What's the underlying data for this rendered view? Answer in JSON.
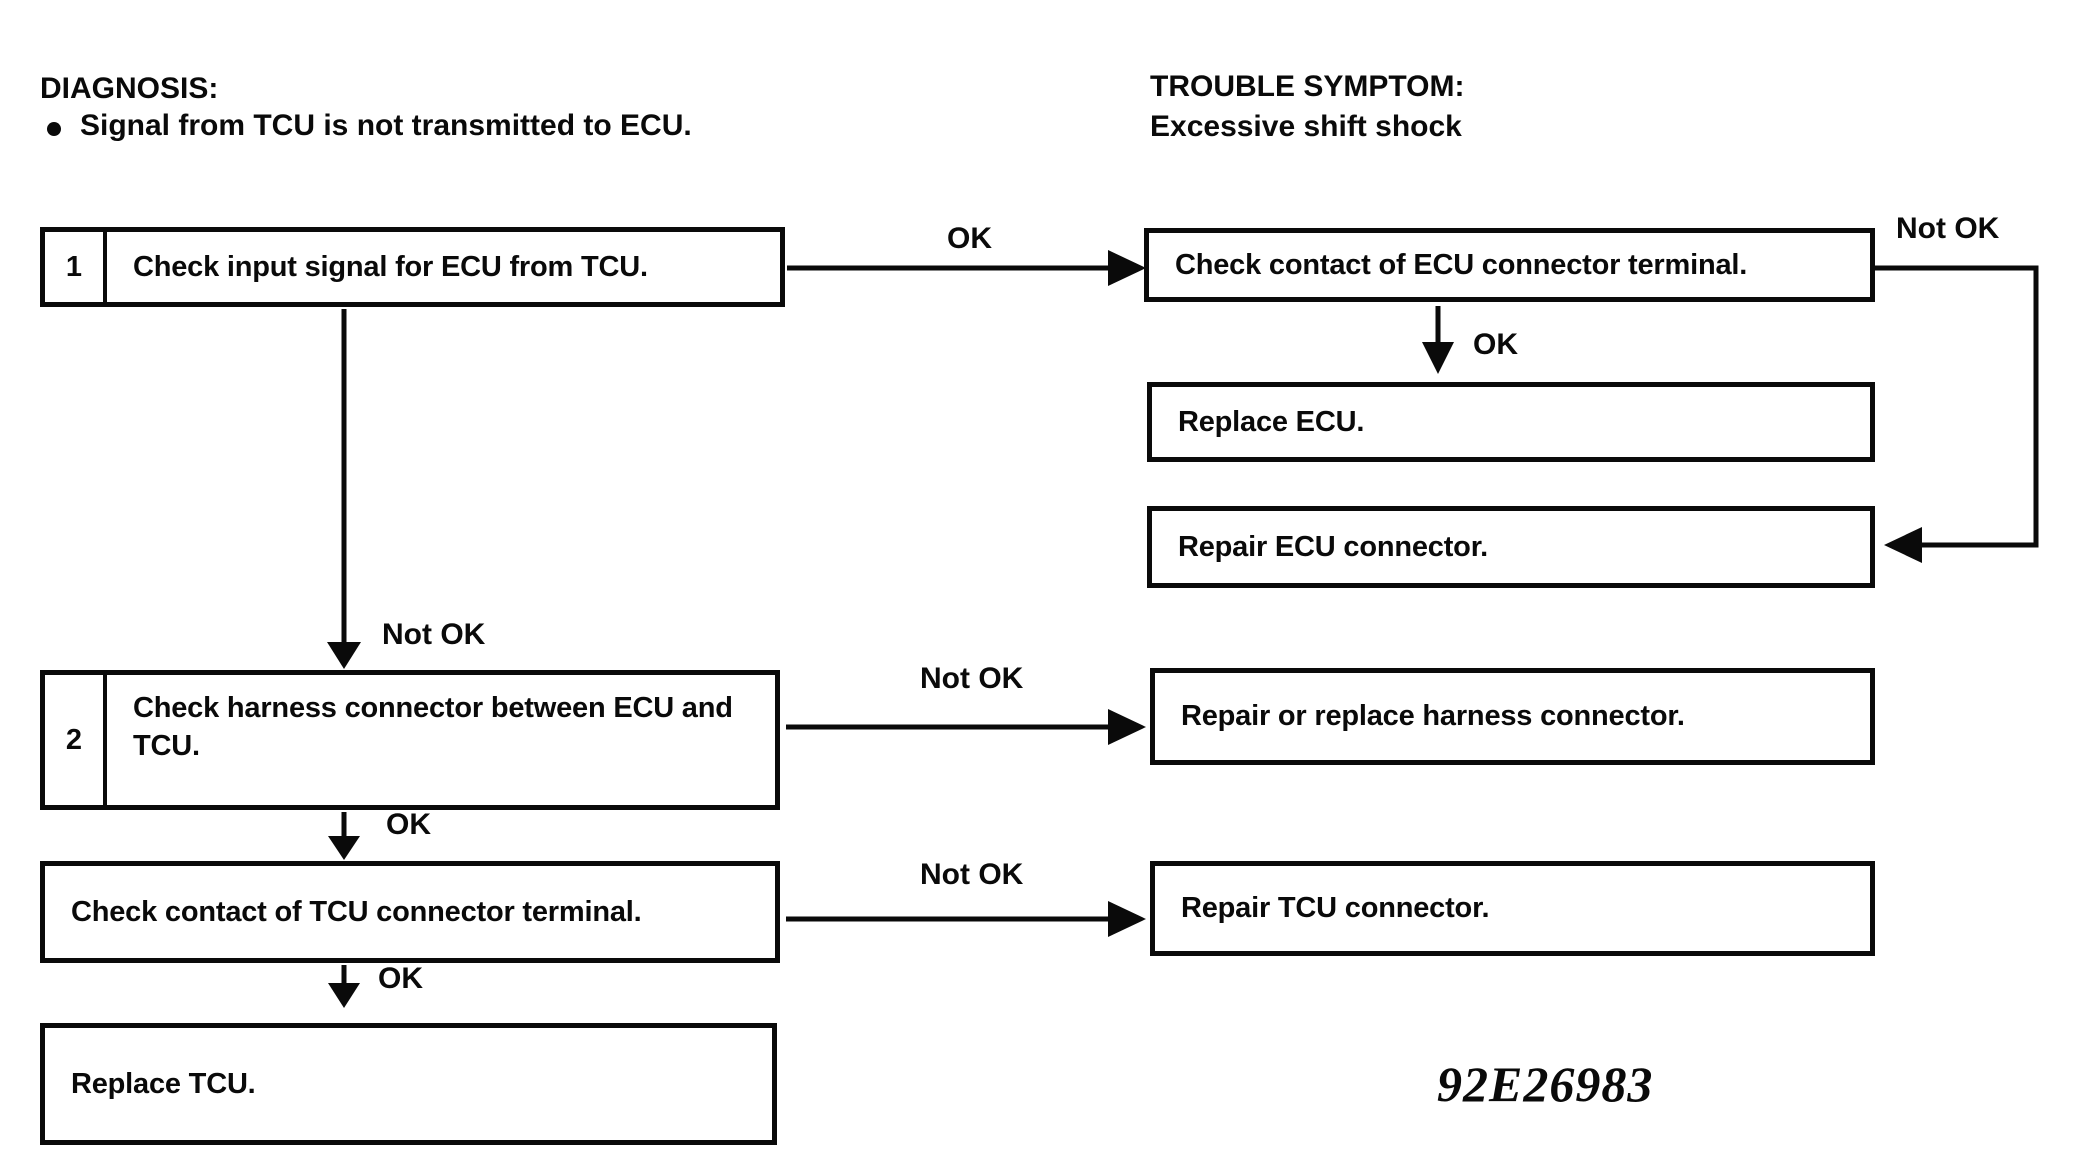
{
  "header": {
    "diagnosis_title": "DIAGNOSIS:",
    "diagnosis_item": "Signal from TCU is not transmitted to ECU.",
    "symptom_title": "TROUBLE SYMPTOM:",
    "symptom_text": "Excessive shift shock"
  },
  "flowchart": {
    "left_column": [
      {
        "number": "1",
        "text": "Check input signal for ECU from TCU."
      },
      {
        "number": "2",
        "text": "Check harness connector between ECU and TCU."
      },
      {
        "text": "Check contact of TCU connector terminal."
      },
      {
        "text": "Replace TCU."
      }
    ],
    "right_column": [
      {
        "text": "Check contact of ECU connector terminal."
      },
      {
        "text": "Replace ECU."
      },
      {
        "text": "Repair ECU connector."
      },
      {
        "text": "Repair or replace harness connector."
      },
      {
        "text": "Repair TCU connector."
      }
    ],
    "connector_labels": {
      "step1_ok": "OK",
      "ecu_terminal_not_ok": "Not OK",
      "ecu_terminal_ok": "OK",
      "step1_not_ok": "Not OK",
      "step2_not_ok": "Not OK",
      "step2_ok": "OK",
      "tcu_terminal_not_ok": "Not OK",
      "tcu_terminal_ok": "OK"
    }
  },
  "figure_id": "92E26983"
}
